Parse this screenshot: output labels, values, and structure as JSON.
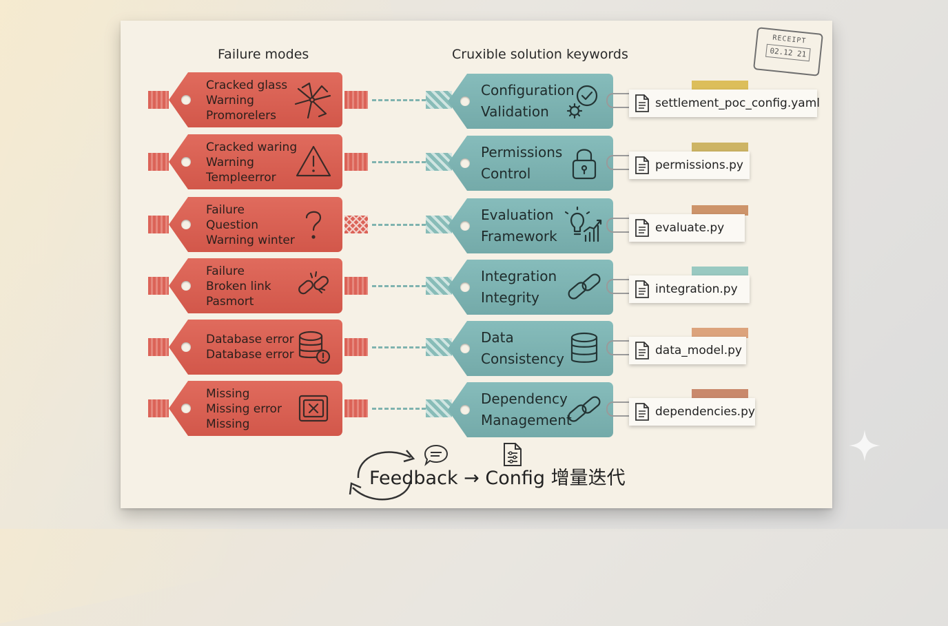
{
  "headings": {
    "failures": "Failure modes",
    "solutions": "Cruxible solution keywords"
  },
  "stamp": {
    "title": "RECEIPT",
    "date": "02.12 21"
  },
  "rows": [
    {
      "failure": [
        "Cracked glass",
        "Warning",
        "Promorelers"
      ],
      "failure_icon": "cracked-glass-icon",
      "solution": [
        "Configuration",
        "Validation"
      ],
      "solution_icon": "check-gear-icon",
      "file": "settlement_poc_config.yaml",
      "tape_color": "#d9b84a"
    },
    {
      "failure": [
        "Cracked waring",
        "Warning",
        "Templeerror"
      ],
      "failure_icon": "warning-triangle-icon",
      "solution": [
        "Permissions",
        "Control"
      ],
      "solution_icon": "padlock-icon",
      "file": "permissions.py",
      "tape_color": "#c9ad55"
    },
    {
      "failure": [
        "Failure",
        "Question",
        "Warning winter"
      ],
      "failure_icon": "question-mark-icon",
      "solution": [
        "Evaluation",
        "Framework"
      ],
      "solution_icon": "lightbulb-chart-icon",
      "file": "evaluate.py",
      "tape_color": "#c98a5c"
    },
    {
      "failure": [
        "Failure",
        "Broken link",
        "Pasmort"
      ],
      "failure_icon": "broken-link-icon",
      "solution": [
        "Integration",
        "Integrity"
      ],
      "solution_icon": "chain-link-icon",
      "file": "integration.py",
      "tape_color": "#8fc4bd"
    },
    {
      "failure": [
        "Database error",
        "Database error"
      ],
      "failure_icon": "database-error-icon",
      "solution": [
        "Data",
        "Consistency"
      ],
      "solution_icon": "database-icon",
      "file": "data_model.py",
      "tape_color": "#d99a70"
    },
    {
      "failure": [
        "Missing",
        "Missing error",
        "Missing"
      ],
      "failure_icon": "missing-box-icon",
      "solution": [
        "Dependency",
        "Management"
      ],
      "solution_icon": "chain-link-icon",
      "file": "dependencies.py",
      "tape_color": "#c47d5e"
    }
  ],
  "footer": {
    "text": "Feedback → Config 增量迭代"
  },
  "colors": {
    "failure_tag": "#d9594c",
    "solution_tag": "#7db3b2",
    "card": "#f6f1e6"
  }
}
